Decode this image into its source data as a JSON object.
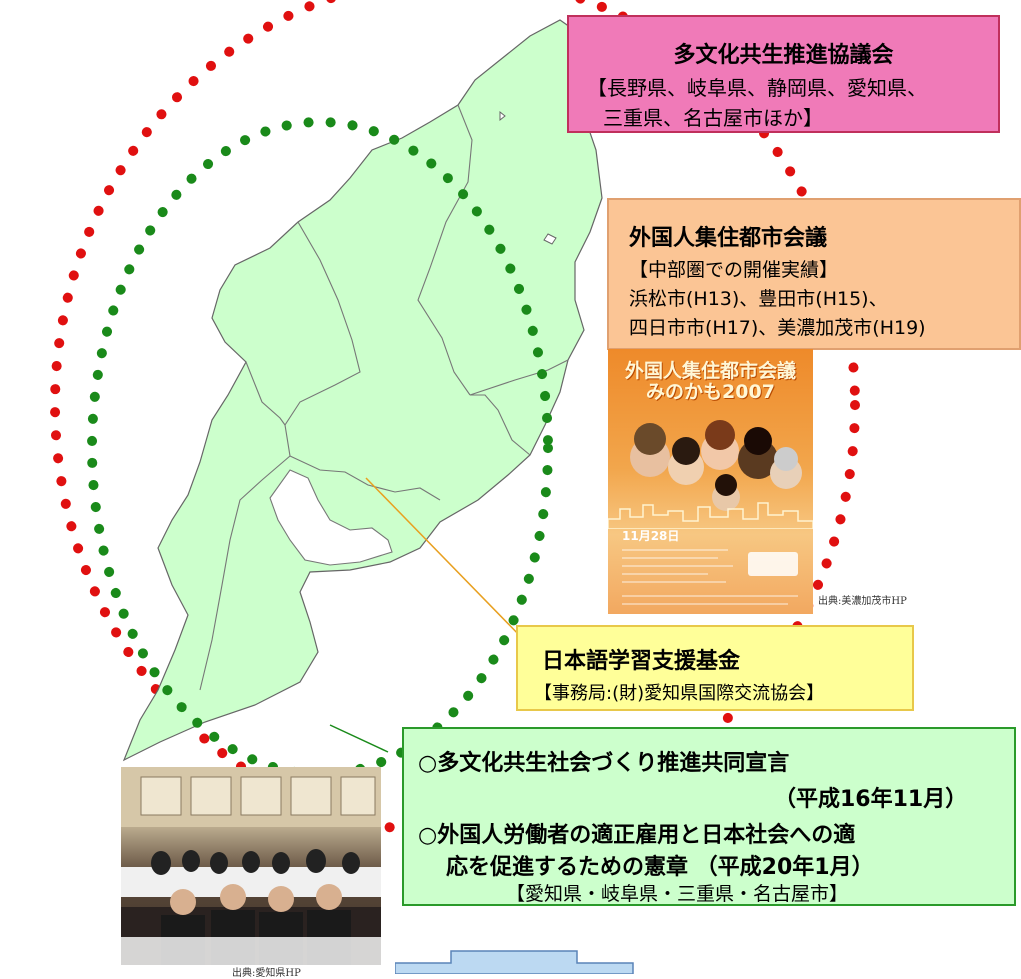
{
  "boxes": {
    "pink": {
      "title": "多文化共生推進協議会",
      "line1": "【長野県、岐阜県、静岡県、愛知県、",
      "line2": "三重県、名古屋市ほか】"
    },
    "orange": {
      "title": "外国人集住都市会議",
      "line1": "【中部圏での開催実績】",
      "line2": "浜松市(H13)、豊田市(H15)、",
      "line3": "四日市市(H17)、美濃加茂市(H19)"
    },
    "yellow": {
      "title": "日本語学習支援基金",
      "line1": "【事務局:(財)愛知県国際交流協会】"
    },
    "green": {
      "line1": "○多文化共生社会づくり推進共同宣言",
      "line2": "（平成16年11月）",
      "line3": "○外国人労働者の適正雇用と日本社会への適",
      "line4": "応を促進するための憲章 （平成20年1月）",
      "line5": "【愛知県・岐阜県・三重県・名古屋市】"
    }
  },
  "poster": {
    "title1": "外国人集住都市会議",
    "title2": "みのかも2007",
    "date": "11月28日"
  },
  "captions": {
    "poster_source": "出典:美濃加茂市HP",
    "photo_source": "出典:愛知県HP"
  },
  "colors": {
    "map_fill": "#ccffcc",
    "red_dots": "#e01010",
    "green_dots": "#1a8a1a",
    "pink_box": "#f07ab8",
    "orange_box": "#fbc595",
    "yellow_box": "#ffff99",
    "green_box": "#ccffcc"
  }
}
